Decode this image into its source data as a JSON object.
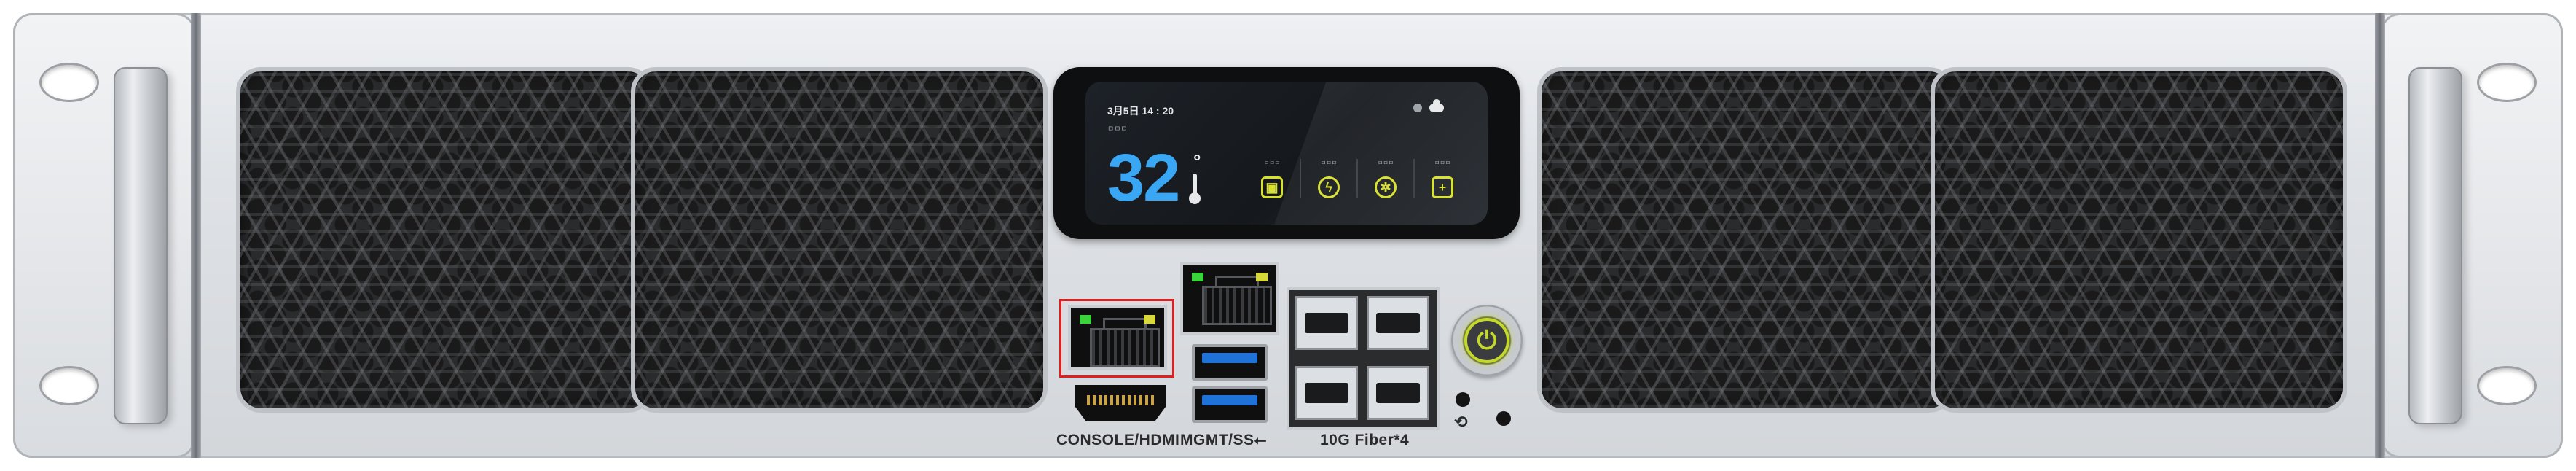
{
  "lcd": {
    "time": "3月5日 14 : 20",
    "subtitle": "ㅁㅁㅁ",
    "temperature": "32",
    "temperature_unit": "°",
    "status_icons": [
      "settings-dot-icon",
      "cloud-icon"
    ],
    "items": [
      {
        "label": "ㅁㅁㅁ",
        "icon": "save-icon",
        "glyph": "▣"
      },
      {
        "label": "ㅁㅁㅁ",
        "icon": "bolt-icon",
        "glyph": "ϟ"
      },
      {
        "label": "ㅁㅁㅁ",
        "icon": "fan-icon",
        "glyph": "✲"
      },
      {
        "label": "ㅁㅁㅁ",
        "icon": "health-icon",
        "glyph": "+"
      }
    ],
    "accent_color": "#d7e12a",
    "temperature_color": "#3aa7f5"
  },
  "ports": {
    "console_label": "CONSOLE/HDMI",
    "mgmt_label": "MGMT/SS",
    "fiber_label": "10G Fiber*4",
    "usb_symbol": "⭠",
    "led_colors": {
      "green": "#3ad43a",
      "yellow": "#d8d83a"
    }
  },
  "power": {
    "glyph": "⏻",
    "color": "#c4d92b"
  },
  "reset": {
    "glyph": "⟲"
  },
  "highlight_color": "#e02020"
}
